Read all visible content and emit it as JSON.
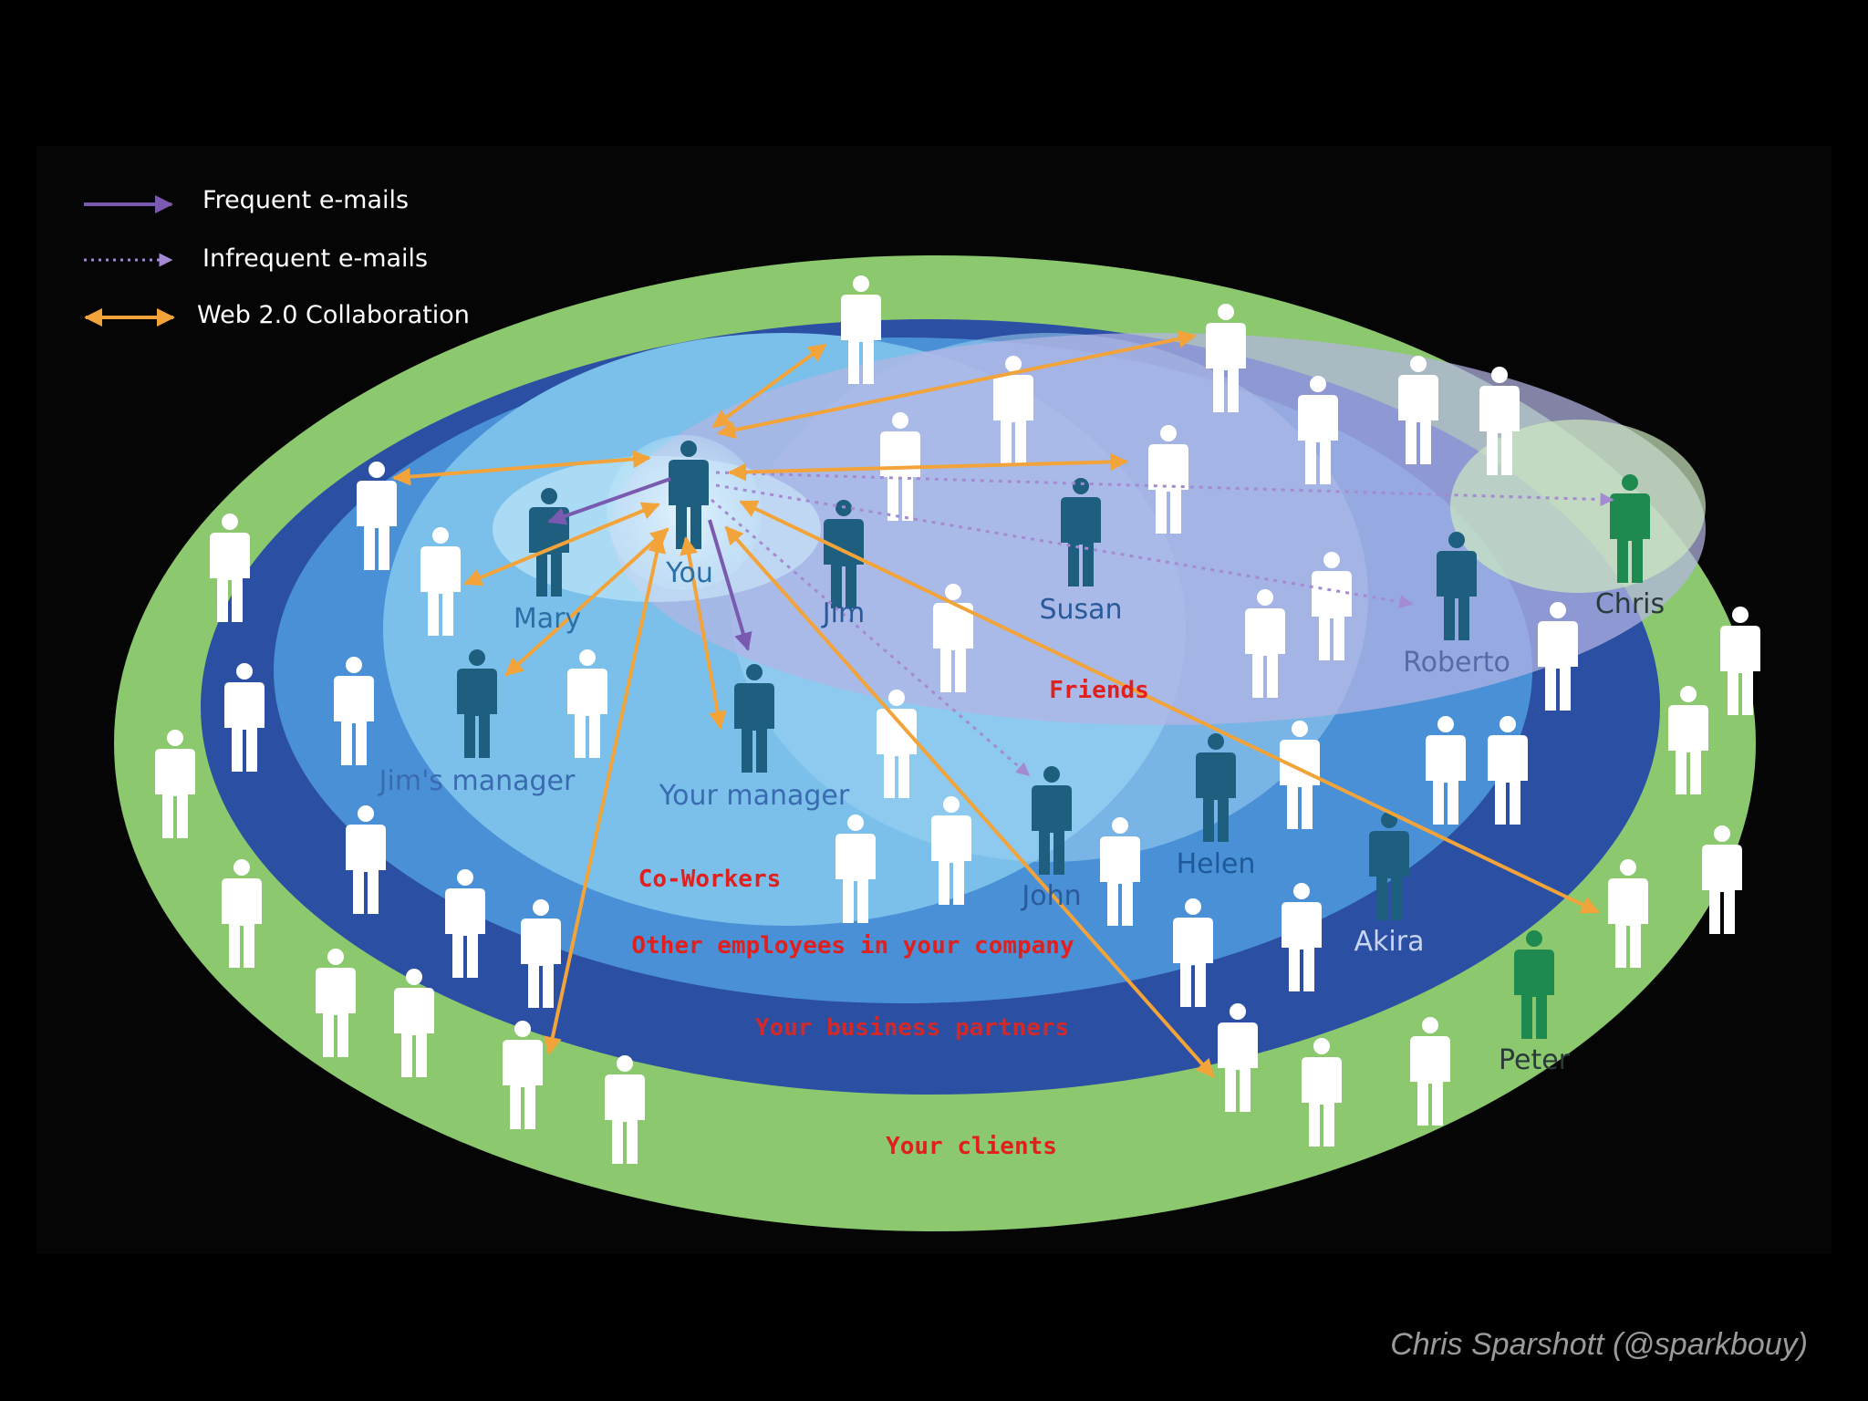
{
  "legend": [
    {
      "label": "Frequent e-mails",
      "style": "solid-purple"
    },
    {
      "label": "Infrequent e-mails",
      "style": "dotted-purple"
    },
    {
      "label": "Web 2.0 Collaboration",
      "style": "double-orange"
    }
  ],
  "rings": {
    "clients": "Your clients",
    "partners": "Your business partners",
    "company": "Other employees in your company",
    "coworkers": "Co-Workers",
    "friends": "Friends"
  },
  "people": {
    "you": "You",
    "mary": "Mary",
    "jim": "Jim",
    "susan": "Susan",
    "roberto": "Roberto",
    "chris": "Chris",
    "jims_manager": "Jim's manager",
    "your_manager": "Your manager",
    "john": "John",
    "helen": "Helen",
    "akira": "Akira",
    "peter": "Peter"
  },
  "credit": "Chris Sparshott (@sparkbouy)",
  "colors": {
    "background": "#000000",
    "clients_ring": "#8cc86e",
    "partners_ring": "#2b4fa3",
    "company_ring": "#4a90d6",
    "friends_zone": "#b4b4e4",
    "frequent_arrow": "#7a5ab0",
    "collab_arrow": "#f2a33a",
    "ring_label": "#e0201e",
    "named_person": "#1e5e7e",
    "green_person": "#1e8a50"
  }
}
